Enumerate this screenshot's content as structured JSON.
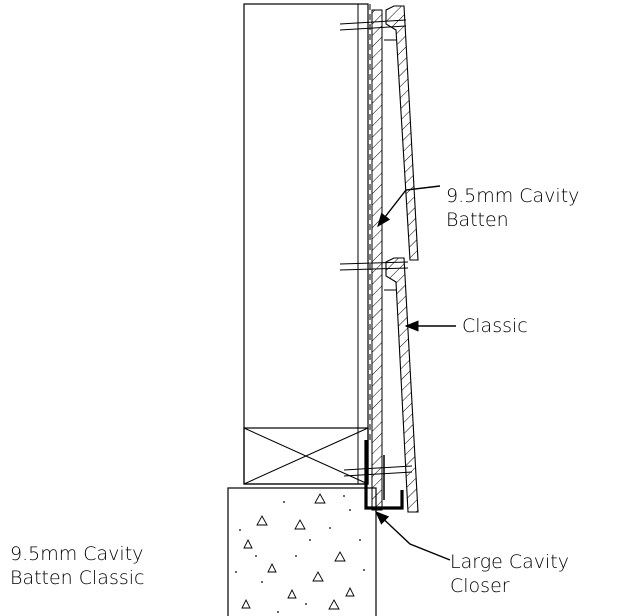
{
  "labels": {
    "batten": {
      "line1": "9.5mm Cavity",
      "line2": "Batten"
    },
    "classic": "Classic",
    "closer": {
      "line1": "Large Cavity",
      "line2": "Closer"
    },
    "caption": {
      "line1": "9.5mm Cavity",
      "line2": "Batten Classic"
    }
  },
  "colors": {
    "ink": "#000000",
    "paper": "#ffffff"
  }
}
